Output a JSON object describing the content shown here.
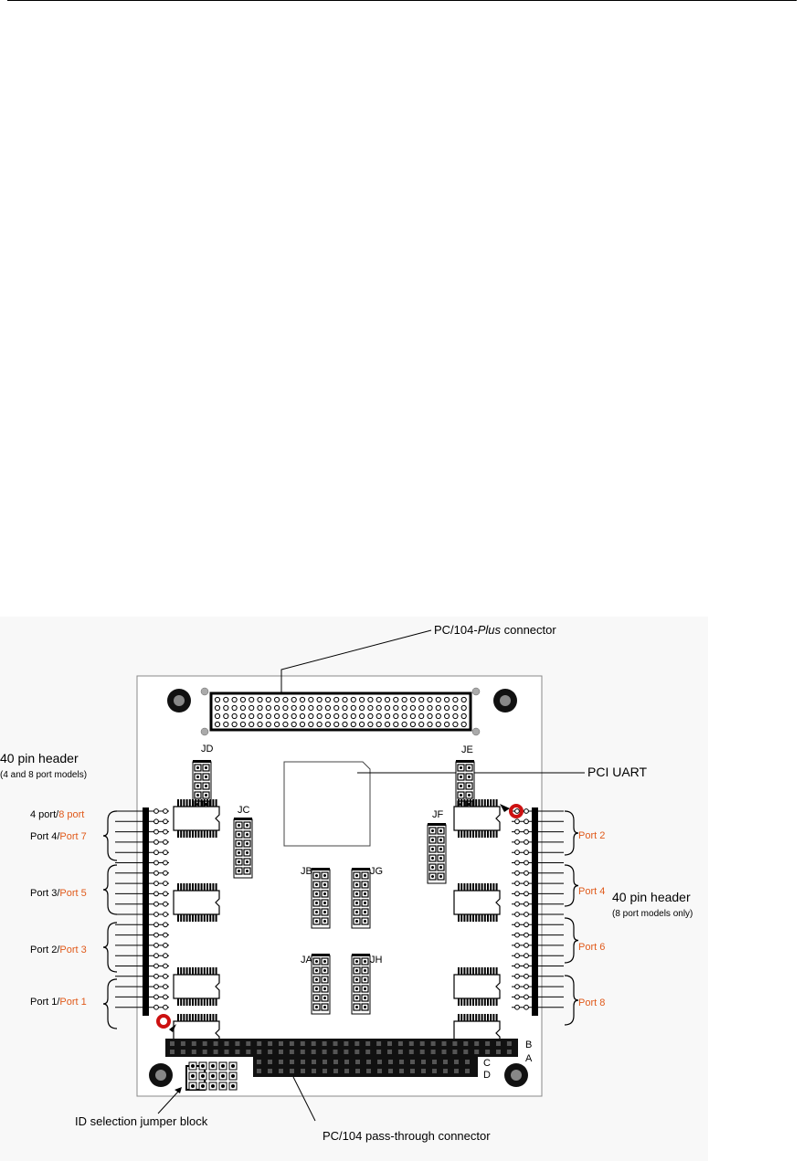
{
  "labels": {
    "pc104plus_prefix": "PC/104-",
    "pc104plus_italic": "Plus",
    "pc104plus_suffix": " connector",
    "pci_uart": "PCI UART",
    "left_header_title": "40 pin header",
    "left_header_sub": "(4 and 8 port models)",
    "right_header_title": "40 pin header",
    "right_header_sub": "(8 port models only)",
    "id_jumper": "ID selection jumper block",
    "pc104_pass": "PC/104 pass-through connector"
  },
  "left_ports": [
    {
      "a": "4 port/",
      "b": "8 port"
    },
    {
      "a": "Port 4/",
      "b": "Port 7"
    },
    {
      "a": "Port 3/",
      "b": "Port 5"
    },
    {
      "a": "Port 2/",
      "b": "Port 3"
    },
    {
      "a": "Port 1/",
      "b": "Port 1"
    }
  ],
  "right_ports": [
    "Port 2",
    "Port 4",
    "Port 6",
    "Port 8"
  ],
  "jumpers": {
    "jd": "JD",
    "je": "JE",
    "jc": "JC",
    "jf": "JF",
    "jb": "JB",
    "jg": "JG",
    "ja": "JA",
    "jh": "JH"
  },
  "row_letters": {
    "b": "B",
    "a": "A",
    "c": "C",
    "d": "D"
  },
  "colors": {
    "accent": "#e05a1b",
    "marker": "#cc1111"
  }
}
